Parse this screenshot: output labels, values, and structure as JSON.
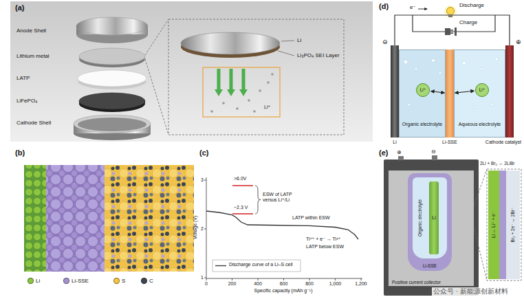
{
  "diagram": {
    "nodes": [
      {
        "text": [
          "Li"
        ]
      },
      {
        "text": [
          "Organic electrolyte"
        ]
      },
      {
        "text": [
          "Li⁺"
        ],
        "in": 1
      },
      {
        "text": [
          "Li-SSE"
        ]
      },
      {
        "text": [
          "Aqueous electrolyte"
        ]
      },
      {
        "text": [
          "Li⁺"
        ],
        "in": 4
      },
      {
        "text": [
          "Cathode catalyst"
        ]
      },
      {
        "text": [
          "Positive current collector"
        ]
      },
      {
        "text": [
          "Li-SSE"
        ],
        "in": 7
      },
      {
        "text": [
          "Organic electrolyte"
        ],
        "in": 8
      },
      {
        "text": [
          "Li"
        ],
        "in": 9
      },
      {
        "text": [
          "Li ↔ Li⁺ + e⁻"
        ]
      },
      {
        "text": [
          "Br₂ + 2e⁻ ↔ 2Br⁻"
        ]
      }
    ],
    "edges": [
      {
        "from": 0,
        "to": 6,
        "arrow": "none"
      },
      {
        "from": 2,
        "to": 3,
        "arrow": "both"
      },
      {
        "from": 3,
        "to": 5,
        "arrow": "both"
      }
    ],
    "labels": [
      "(a)",
      "Anode Shell",
      "Lithium metal",
      "LATP",
      "LiFePO₄",
      "Cathode Shell",
      "Li",
      "Li₃PO₄ SEI Layer",
      "Li⁺",
      "(b)",
      "(c)",
      "3",
      "2",
      "1",
      "0",
      "200",
      "400",
      "600",
      "800",
      "1,000",
      "1,200",
      "Voltage (V)",
      "Specific capacity (mAh g⁻¹)",
      ">6.0V",
      "~2.3 V",
      "ESW of LATP versus Li⁺/Li",
      "LATP within ESW",
      "Ti⁴⁺ + e⁻ → Ti³⁺",
      "LATP below ESW",
      "(d)",
      "e⁻",
      "Discharge",
      "Charge",
      "⊖",
      "⊕",
      "(e)",
      "⊕",
      "⊖",
      "2Li + Br₂ ↔ 2LiBr",
      "公众号 · 新能源创新材料"
    ],
    "legend": [
      {
        "text": "Li",
        "color": "#8cc63f"
      },
      {
        "text": "Li-SSE",
        "color": "#a48fd0"
      },
      {
        "text": "S",
        "color": "#f5c542"
      },
      {
        "text": "C",
        "color": "#3d4654"
      },
      {
        "text": "Discharge curve of a Li–S cell"
      }
    ]
  }
}
